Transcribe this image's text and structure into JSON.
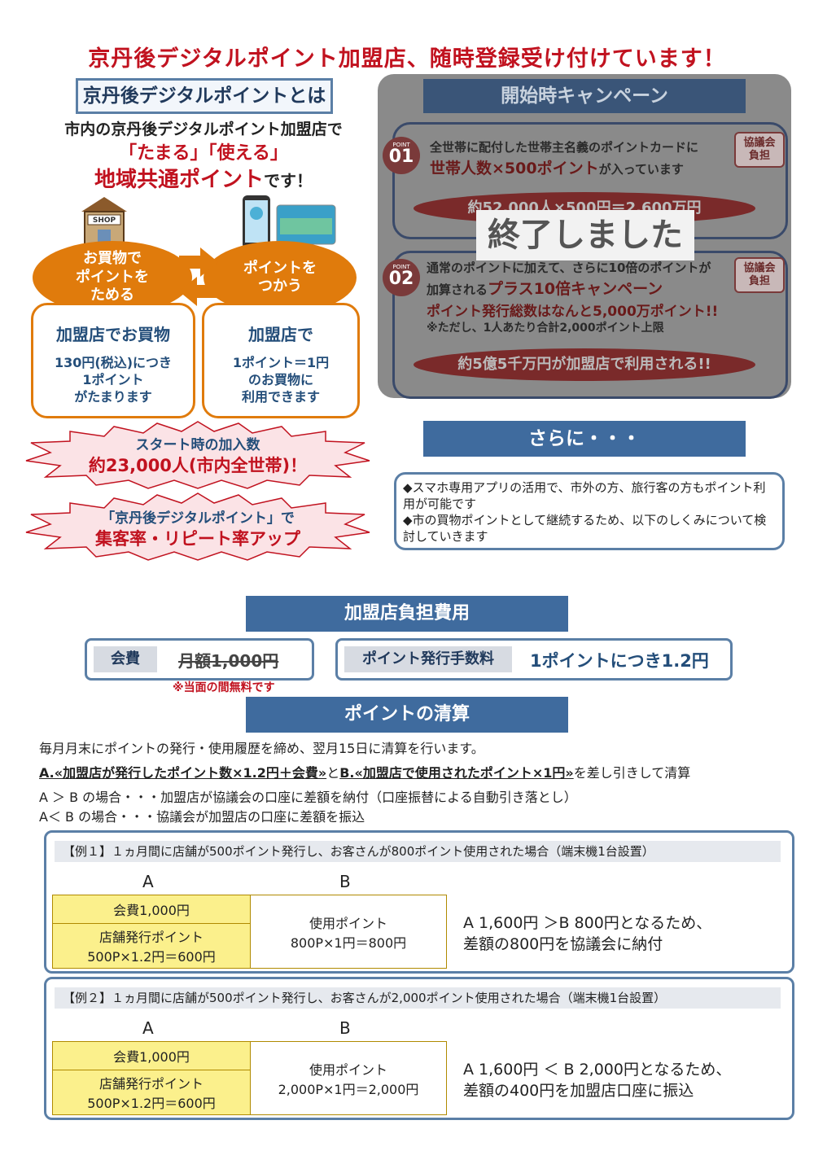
{
  "title": "京丹後デジタルポイント加盟店、随時登録受け付けています！",
  "about": {
    "heading": "京丹後デジタルポイントとは",
    "line1": "市内の京丹後デジタルポイント加盟店で",
    "line2": "「たまる」「使える」",
    "line3_em": "地域共通ポイント",
    "line3_tail": "です！",
    "shop_sign": "SHOP",
    "earn_oval": "お買物で\nポイントを\nためる",
    "use_oval": "ポイントを\nつかう",
    "earn_box_title": "加盟店でお買物",
    "earn_box_body": "130円(税込)につき\n1ポイント\nがたまります",
    "use_box_title": "加盟店で",
    "use_box_body": "1ポイント＝1円\nのお買物に\n利用できます",
    "burst1_line1": "スタート時の加入数",
    "burst1_line2": "約23,000人(市内全世帯)！",
    "burst2_line1": "「京丹後デジタルポイント」で",
    "burst2_line2": "集客率・リピート率アップ"
  },
  "campaign": {
    "heading": "開始時キャンペーン",
    "ended": "終了しました",
    "p1_badge_small": "POINT",
    "p1_badge_num": "01",
    "p1_text1": "全世帯に配付した世帯主名義のポイントカードに",
    "p1_text2_em": "世帯人数×500ポイント",
    "p1_text2_tail": "が入っています",
    "p1_futan": "協議会\n負担",
    "p1_oval": "約52,000人×500円＝2,600万円",
    "p2_badge_small": "POINT",
    "p2_badge_num": "02",
    "p2_text1": "通常のポイントに加えて、さらに10倍のポイントが",
    "p2_text2_head": "加算される",
    "p2_text2_em": "プラス10倍キャンペーン",
    "p2_text3": "ポイント発行総数はなんと5,000万ポイント!!",
    "p2_text4": "※ただし、1人あたり合計2,000ポイント上限",
    "p2_futan": "協議会\n負担",
    "p2_oval": "約5億5千万円が加盟店で利用される!!"
  },
  "further": {
    "heading": "さらに・・・",
    "line1": "◆スマホ専用アプリの活用で、市外の方、旅行客の方もポイント利用が可能です",
    "line2": "◆市の買物ポイントとして継続するため、以下のしくみについて検討していきます"
  },
  "fees": {
    "heading": "加盟店負担費用",
    "member_tag": "会費",
    "member_value": "月額1,000円",
    "member_note": "※当面の間無料です",
    "issue_tag": "ポイント発行手数料",
    "issue_value": "1ポイントにつき1.2円"
  },
  "settlement": {
    "heading": "ポイントの清算",
    "line1": "毎月月末にポイントの発行・使用履歴を締め、翌月15日に清算を行います。",
    "line2_a": "A.«加盟店が発行したポイント数×1.2円＋会費»",
    "line2_mid": "と",
    "line2_b": "B.«加盟店で使用されたポイント×1円»",
    "line2_tail": "を差し引きして清算",
    "line3": "A ＞ B の場合・・・加盟店が協議会の口座に差額を納付（口座振替による自動引き落とし）",
    "line4": "A＜ B の場合・・・協議会が加盟店の口座に差額を振込"
  },
  "examples": [
    {
      "head": "【例１】１ヵ月間に店舗が500ポイント発行し、お客さんが800ポイント使用された場合（端末機1台設置）",
      "col_a": "A",
      "col_b": "B",
      "fee_cell": "会費1,000円",
      "issue_cell": "店舗発行ポイント\n500P×1.2円＝600円",
      "use_cell": "使用ポイント\n800P×1円＝800円",
      "result1": "A 1,600円 ＞B 800円となるため、",
      "result2": "差額の800円を協議会に納付"
    },
    {
      "head": "【例２】１ヵ月間に店舗が500ポイント発行し、お客さんが2,000ポイント使用された場合（端末機1台設置）",
      "col_a": "A",
      "col_b": "B",
      "fee_cell": "会費1,000円",
      "issue_cell": "店舗発行ポイント\n500P×1.2円＝600円",
      "use_cell": "使用ポイント\n2,000P×1円＝2,000円",
      "result1": "A 1,600円 ＜ B 2,000円となるため、",
      "result2": "差額の400円を加盟店口座に振込"
    }
  ],
  "colors": {
    "red": "#c1121f",
    "orange": "#e07b0c",
    "navy": "#3f6b9e",
    "yellow": "#fbf08c"
  }
}
